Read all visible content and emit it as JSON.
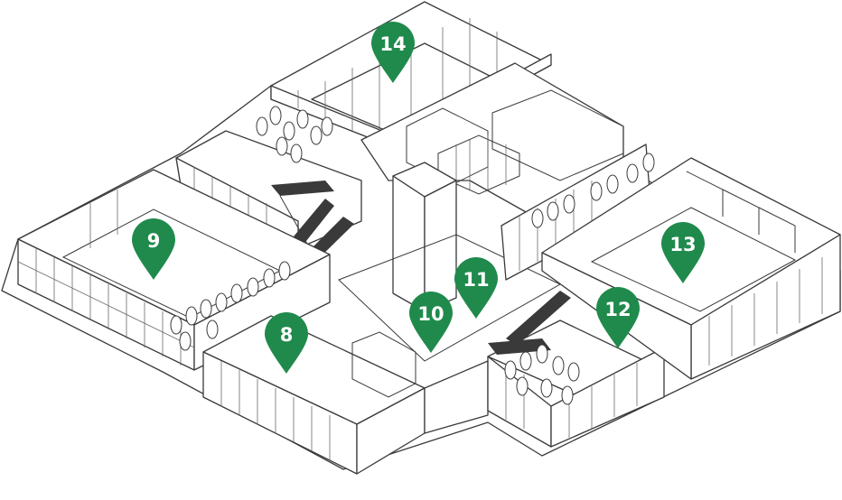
{
  "colors": {
    "marker": "#1f8a4c",
    "marker_text": "#ffffff",
    "outline": "#3a3a3a",
    "background": "#ffffff"
  },
  "markers": [
    {
      "id": "8",
      "label": "8"
    },
    {
      "id": "9",
      "label": "9"
    },
    {
      "id": "10",
      "label": "10"
    },
    {
      "id": "11",
      "label": "11"
    },
    {
      "id": "12",
      "label": "12"
    },
    {
      "id": "13",
      "label": "13"
    },
    {
      "id": "14",
      "label": "14"
    }
  ]
}
